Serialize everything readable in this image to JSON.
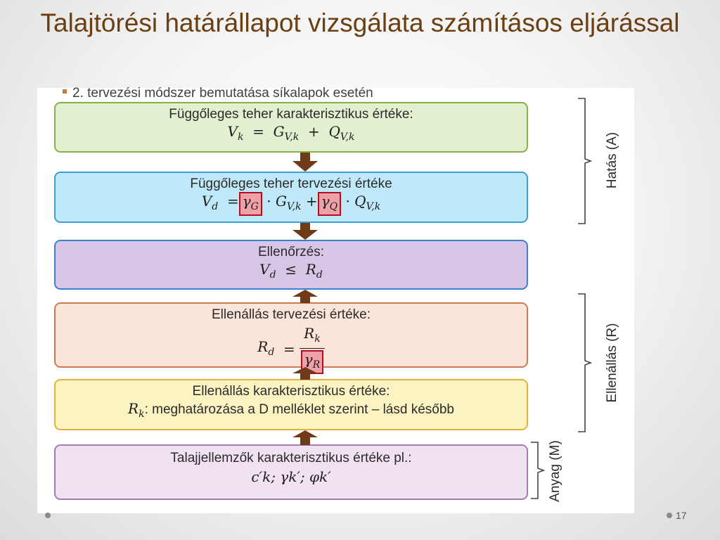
{
  "slide": {
    "title": "Talajtörési határállapot vizsgálata számításos eljárással",
    "subtitle": "2. tervezési módszer bemutatása síkalapok esetén",
    "page_number": "17"
  },
  "boxes": {
    "characteristic_load": {
      "label": "Függőleges teher karakterisztikus értéke:",
      "v": "V",
      "v_sub": "k",
      "g": "G",
      "g_sub": "V,k",
      "q": "Q",
      "q_sub": "V,k"
    },
    "design_load": {
      "label": "Függőleges teher tervezési értéke",
      "v": "V",
      "v_sub": "d",
      "gamma_g": "γ",
      "gamma_g_sub": "G",
      "g": "G",
      "g_sub": "V,k",
      "gamma_q": "γ",
      "gamma_q_sub": "Q",
      "q": "Q",
      "q_sub": "V,k"
    },
    "verification": {
      "label": "Ellenőrzés:",
      "v": "V",
      "v_sub": "d",
      "r": "R",
      "r_sub": "d"
    },
    "design_resistance": {
      "label": "Ellenállás tervezési értéke:",
      "r": "R",
      "r_sub": "d",
      "rk": "R",
      "rk_sub": "k",
      "gamma_r": "γ",
      "gamma_r_sub": "R"
    },
    "characteristic_resistance": {
      "label": "Ellenállás karakterisztikus értéke:",
      "r": "R",
      "r_sub": "k",
      "text": ": meghatározása a D melléklet szerint – lásd később"
    },
    "soil_parameters": {
      "label": "Talajjellemzők karakterisztikus értéke pl.:",
      "formula": "c′k; γk′; φk′"
    }
  },
  "side_labels": {
    "action": "Hatás (A)",
    "resistance": "Ellenállás (R)",
    "material": "Anyag (M)"
  },
  "colors": {
    "title": "#6b3f12",
    "arrow": "#6e3a17",
    "highlight_fill": "#f0a0a8",
    "highlight_border": "#b01020"
  }
}
